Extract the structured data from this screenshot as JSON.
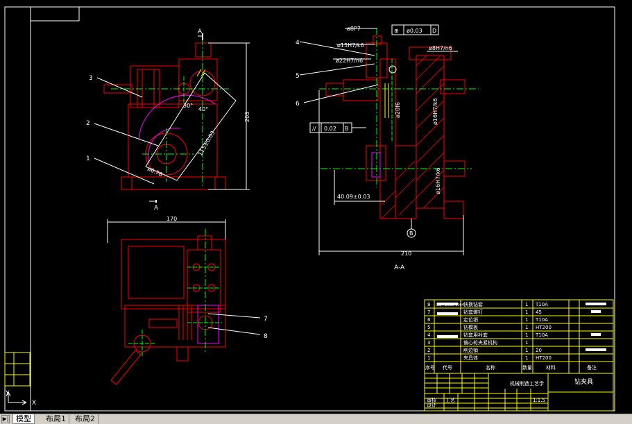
{
  "tabs": [
    {
      "label": "模型",
      "active": true
    },
    {
      "label": "布局1",
      "active": false
    },
    {
      "label": "布局2",
      "active": false
    }
  ],
  "section_labels": {
    "a_top": "A",
    "a_bottom": "A",
    "section_view": "A-A"
  },
  "part_callouts": [
    "1",
    "2",
    "3",
    "4",
    "5",
    "6",
    "7",
    "8"
  ],
  "dimensions": {
    "height_203": "203",
    "width_170": "170",
    "width_210": "210",
    "angle_30": "30°",
    "angle_40": "40°",
    "ecc_115": "115±0.03",
    "dia_6": "ø6.76",
    "fit_8p7": "ø8P7",
    "fit_15h7k6": "ø15H7/k6",
    "fit_22h7n6": "ø22H7/n6",
    "fit_8h7n6": "ø8H7/n6",
    "dist_40": "40.09±0.03",
    "fit_16h7k6_a": "ø16H7/k6",
    "fit_16h7k6_b": "ø16H7/k6",
    "dia_20": "ø20f6"
  },
  "tolerances": {
    "position": {
      "symbol": "⊕",
      "value": "ø0.03",
      "datum": "D"
    },
    "parallel": {
      "symbol": "//",
      "value": "0.02",
      "datum": "B"
    },
    "datum_b": "B"
  },
  "bom": {
    "rows": [
      {
        "no": "8",
        "code": "GB/T 2089-1994",
        "name": "快换钻套",
        "qty": "1",
        "material": "T10A",
        "note": ""
      },
      {
        "no": "7",
        "code": "",
        "name": "钻套螺钉",
        "qty": "1",
        "material": "45",
        "note": ""
      },
      {
        "no": "6",
        "code": "",
        "name": "定位销",
        "qty": "1",
        "material": "T10A",
        "note": ""
      },
      {
        "no": "5",
        "code": "",
        "name": "钻模板",
        "qty": "1",
        "material": "HT200",
        "note": ""
      },
      {
        "no": "4",
        "code": "",
        "name": "钻套用衬套",
        "qty": "1",
        "material": "T10A",
        "note": ""
      },
      {
        "no": "3",
        "code": "",
        "name": "偏心轮夹紧机构",
        "qty": "1",
        "material": "",
        "note": ""
      },
      {
        "no": "2",
        "code": "",
        "name": "削边销",
        "qty": "1",
        "material": "20",
        "note": ""
      },
      {
        "no": "1",
        "code": "",
        "name": "夹具体",
        "qty": "1",
        "material": "HT200",
        "note": ""
      }
    ],
    "headers": [
      "序号",
      "代号",
      "名称",
      "数量",
      "材料",
      "备注"
    ]
  },
  "title_block": {
    "school": "机械制造工艺学",
    "drawing_name": "钻夹具",
    "scale": "1:1.5",
    "approve": "审核",
    "design": "设计",
    "process": "工艺"
  },
  "ucs": {
    "x": "X",
    "y": "Y"
  },
  "colors": {
    "outline": "#ff0000",
    "center": "#00ff00",
    "dim": "#ffffff",
    "hatch": "#ff0000",
    "magenta": "#ff00ff",
    "yellow": "#ffff00",
    "title_frame": "#ffff00"
  }
}
